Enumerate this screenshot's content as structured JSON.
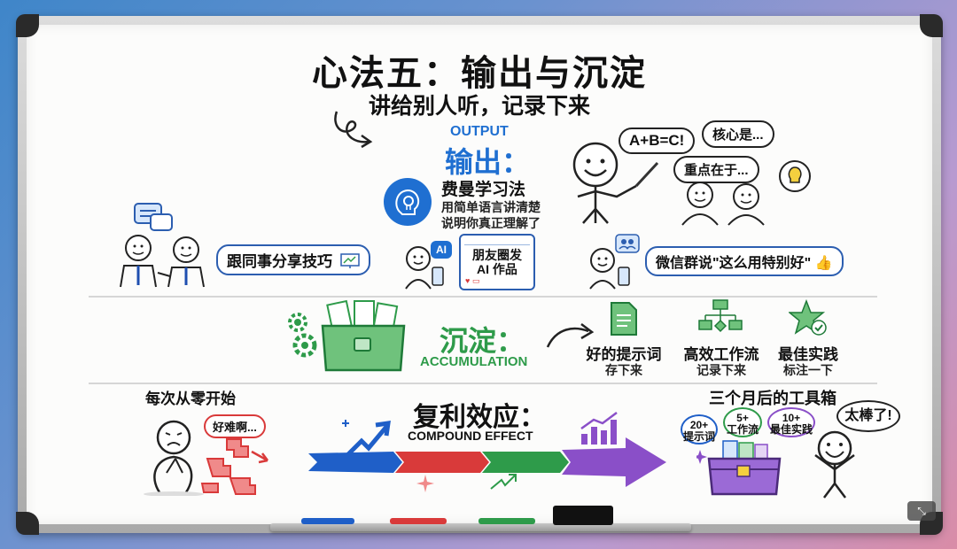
{
  "title": "心法五：输出与沉淀",
  "subtitle": "讲给别人听，记录下来",
  "output": {
    "en_label": "OUTPUT",
    "cn_label": "输出：",
    "method_title": "费曼学习法",
    "method_line1": "用简单语言讲清楚",
    "method_line2": "说明你真正理解了",
    "speech_1": "A+B=C!",
    "speech_2": "核心是...",
    "speech_3": "重点在于...",
    "share_colleague": "跟同事分享技巧",
    "ai_badge": "AI",
    "moments_line1": "朋友圈发",
    "moments_line2": "AI 作品",
    "wechat_group": "微信群说\"这么用特别好\""
  },
  "accumulation": {
    "cn_label": "沉淀：",
    "en_label": "ACCUMULATION",
    "items": [
      {
        "title": "好的提示词",
        "sub": "存下来"
      },
      {
        "title": "高效工作流",
        "sub": "记录下来"
      },
      {
        "title": "最佳实践",
        "sub": "标注一下"
      }
    ]
  },
  "compound": {
    "start_label": "每次从零开始",
    "hard_bubble": "好难啊...",
    "cn_label": "复利效应：",
    "en_label": "COMPOUND EFFECT",
    "toolbox_label": "三个月后的工具箱",
    "badges": [
      {
        "top": "20+",
        "bottom": "提示词"
      },
      {
        "top": "5+",
        "bottom": "工作流"
      },
      {
        "top": "10+",
        "bottom": "最佳实践"
      }
    ],
    "great_bubble": "太棒了!"
  },
  "colors": {
    "accent_blue": "#1f6fd1",
    "accent_green": "#2e9b4a",
    "arrow_blue": "#1f5fc8",
    "arrow_red": "#d93a3a",
    "arrow_green": "#2e9b4a",
    "arrow_purple": "#8a4fc8"
  },
  "icons": [
    "bulb-head-icon",
    "speech-bubbles-icon",
    "presentation-icon",
    "people-icon",
    "like-icon",
    "gear-icon",
    "toolbox-icon",
    "document-icon",
    "flowchart-icon",
    "star-check-icon",
    "puzzle-icon",
    "chart-up-icon",
    "treasure-chest-icon",
    "sparkle-icon",
    "curly-arrow-icon"
  ]
}
